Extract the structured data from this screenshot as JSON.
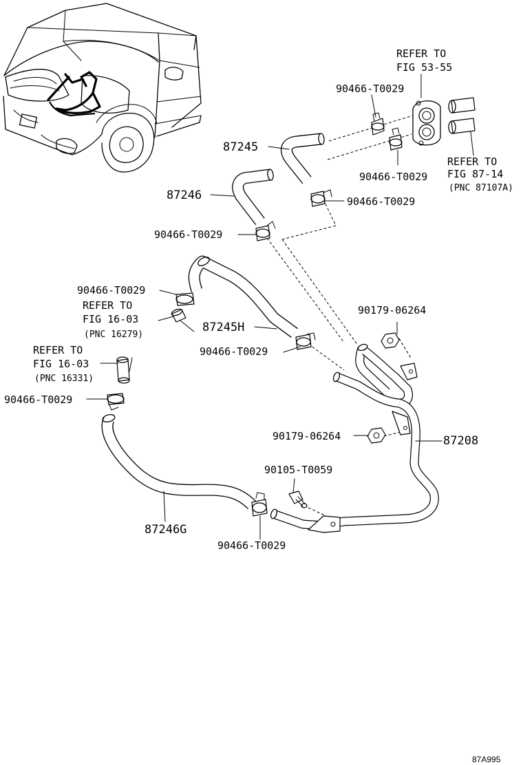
{
  "labels": {
    "refer_53_line1": "REFER TO",
    "refer_53_line2": "FIG 53-55",
    "clamp_top": "90466-T0029",
    "part_87245": "87245",
    "clamp_right_mid": "90466-T0029",
    "refer_87_line1": "REFER TO",
    "refer_87_line2": "FIG 87-14",
    "refer_87_pnc": "(PNC 87107A)",
    "part_87246": "87246",
    "clamp_right_low": "90466-T0029",
    "clamp_mid_left": "90466-T0029",
    "clamp_left_upper": "90466-T0029",
    "refer_16a_line1": "REFER TO",
    "refer_16a_line2": "FIG 16-03",
    "refer_16a_pnc": "(PNC 16279)",
    "part_87245h": "87245H",
    "bolt_upper": "90179-06264",
    "clamp_mid": "90466-T0029",
    "refer_16b_line1": "REFER TO",
    "refer_16b_line2": "FIG 16-03",
    "refer_16b_pnc": "(PNC 16331)",
    "clamp_left": "90466-T0029",
    "bolt_lower": "90179-06264",
    "part_87208": "87208",
    "bolt_bottom": "90105-T0059",
    "part_87246g": "87246G",
    "clamp_bottom": "90466-T0029",
    "illustration_code": "87A995"
  }
}
